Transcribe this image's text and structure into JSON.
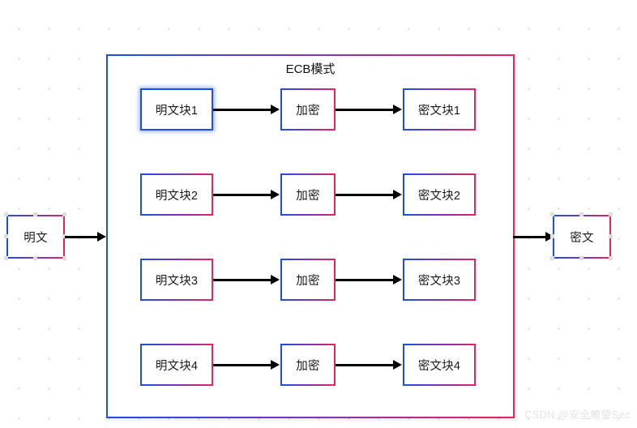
{
  "diagram": {
    "title": "ECB模式",
    "container_label": "ECB模式",
    "colors": {
      "gradient_start": "#1a4fe8",
      "gradient_mid": "#7b35b5",
      "gradient_end": "#e8235c",
      "arrow": "#000000",
      "canvas_background": "#ffffff",
      "grid_dot": "#e4e4e4",
      "watermark": "#e3e3e3"
    },
    "input_node": {
      "label": "明文"
    },
    "output_node": {
      "label": "密文"
    },
    "rows": [
      {
        "plaintext_block": "明文块1",
        "cipher_op": "加密",
        "ciphertext_block": "密文块1",
        "selected": true
      },
      {
        "plaintext_block": "明文块2",
        "cipher_op": "加密",
        "ciphertext_block": "密文块2",
        "selected": false
      },
      {
        "plaintext_block": "明文块3",
        "cipher_op": "加密",
        "ciphertext_block": "密文块3",
        "selected": false
      },
      {
        "plaintext_block": "明文块4",
        "cipher_op": "加密",
        "ciphertext_block": "密文块4",
        "selected": false
      }
    ]
  },
  "watermark": {
    "text": "CSDN @安全瞭望Sec"
  }
}
